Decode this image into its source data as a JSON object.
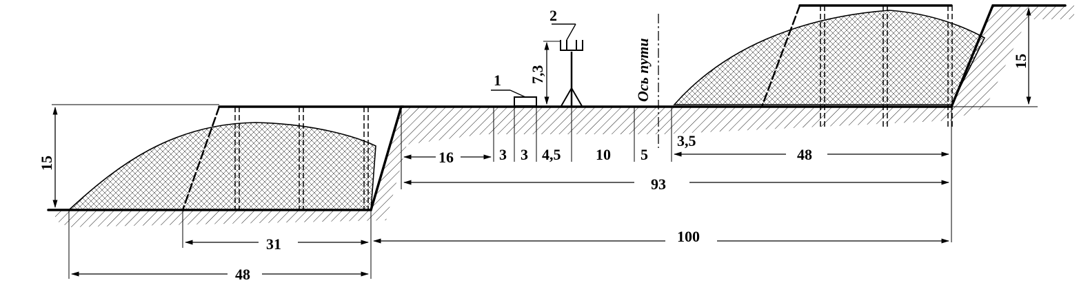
{
  "labels": {
    "track_axis": "Ось пути",
    "callout_1": "1",
    "callout_2": "2"
  },
  "dimensions": {
    "bank_height_left": "15",
    "bank_height_right": "15",
    "rail_height": "7,3",
    "offset_16": "16",
    "span_a": "3",
    "span_b": "3",
    "span_c": "4,5",
    "span_d": "10",
    "span_e": "5",
    "span_f": "3,5",
    "right_top_width": "48",
    "overall_93": "93",
    "left_inner": "31",
    "overall_100": "100",
    "left_base": "48"
  },
  "colors": {
    "line": "#000000",
    "background": "#ffffff"
  }
}
